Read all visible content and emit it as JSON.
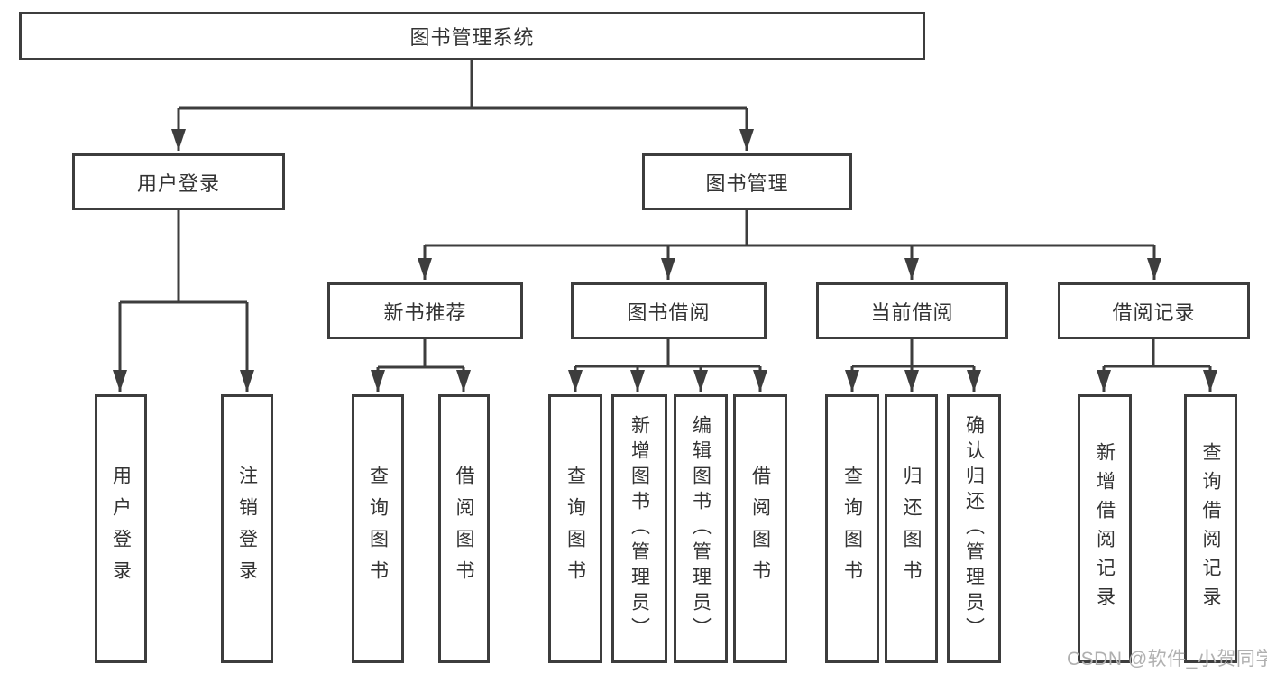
{
  "tree": {
    "root": {
      "label": "图书管理系统",
      "children": [
        {
          "label": "用户登录",
          "children": [
            {
              "label": "用户登录"
            },
            {
              "label": "注销登录"
            }
          ]
        },
        {
          "label": "图书管理",
          "children": [
            {
              "label": "新书推荐",
              "children": [
                {
                  "label": "查询图书"
                },
                {
                  "label": "借阅图书"
                }
              ]
            },
            {
              "label": "图书借阅",
              "children": [
                {
                  "label": "查询图书"
                },
                {
                  "label": "新增图书（管理员）"
                },
                {
                  "label": "编辑图书（管理员）"
                },
                {
                  "label": "借阅图书"
                }
              ]
            },
            {
              "label": "当前借阅",
              "children": [
                {
                  "label": "查询图书"
                },
                {
                  "label": "归还图书"
                },
                {
                  "label": "确认归还（管理员）"
                }
              ]
            },
            {
              "label": "借阅记录",
              "children": [
                {
                  "label": "新增借阅记录"
                },
                {
                  "label": "查询借阅记录"
                }
              ]
            }
          ]
        }
      ]
    }
  },
  "watermark": {
    "text": "CSDN @软件_小贺同学"
  },
  "colors": {
    "line": "#3d3d3d",
    "text": "#333333",
    "background": "#ffffff",
    "watermark": "#b0b0b0"
  }
}
